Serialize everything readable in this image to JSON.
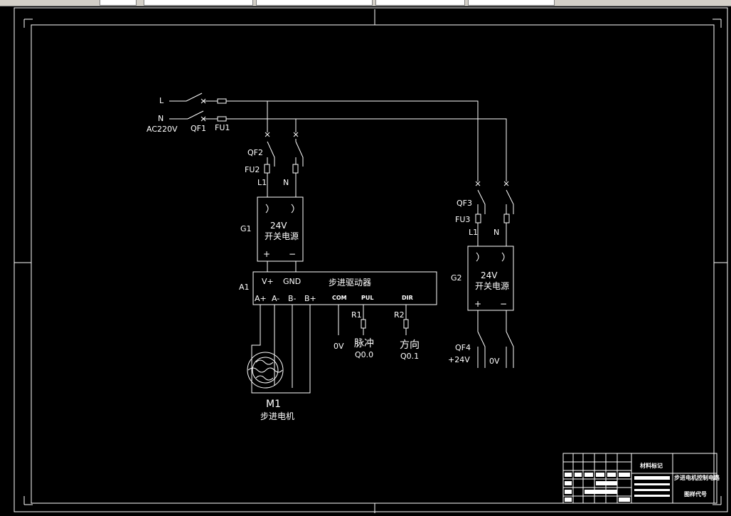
{
  "colors": {
    "background": "#000000",
    "line": "#ffffff",
    "toolbar": "#d4d0c8"
  },
  "supply": {
    "line_l": "L",
    "line_n": "N",
    "voltage": "AC220V",
    "breaker": "QF1",
    "fuse": "FU1"
  },
  "g1": {
    "breaker": "QF2",
    "fuse": "FU2",
    "in_l": "L1",
    "in_n": "N",
    "tag": "G1",
    "voltage": "24V",
    "name": "开关电源",
    "plus": "+",
    "minus": "−"
  },
  "g2": {
    "breaker": "QF3",
    "fuse": "FU3",
    "in_l": "L1",
    "in_n": "N",
    "tag": "G2",
    "voltage": "24V",
    "name": "开关电源",
    "plus": "+",
    "minus": "−",
    "out_breaker": "QF4",
    "out_plus": "+24V",
    "out_zero": "0V"
  },
  "driver": {
    "tag": "A1",
    "v_plus": "V+",
    "gnd": "GND",
    "name": "步进驱动器",
    "a_plus": "A+",
    "a_minus": "A-",
    "b_minus": "B-",
    "b_plus": "B+",
    "com": "COM",
    "pul": "PUL",
    "dir": "DIR"
  },
  "signals": {
    "r1": "R1",
    "r2": "R2",
    "zero": "0V",
    "pulse": "脉冲",
    "pulse_addr": "Q0.0",
    "direction": "方向",
    "direction_addr": "Q0.1"
  },
  "motor": {
    "tag": "M1",
    "name": "步进电机"
  },
  "title_block": {
    "material": "材料标记",
    "drawing_title": "步进电机控制电路",
    "drawing_code": "图样代号"
  }
}
